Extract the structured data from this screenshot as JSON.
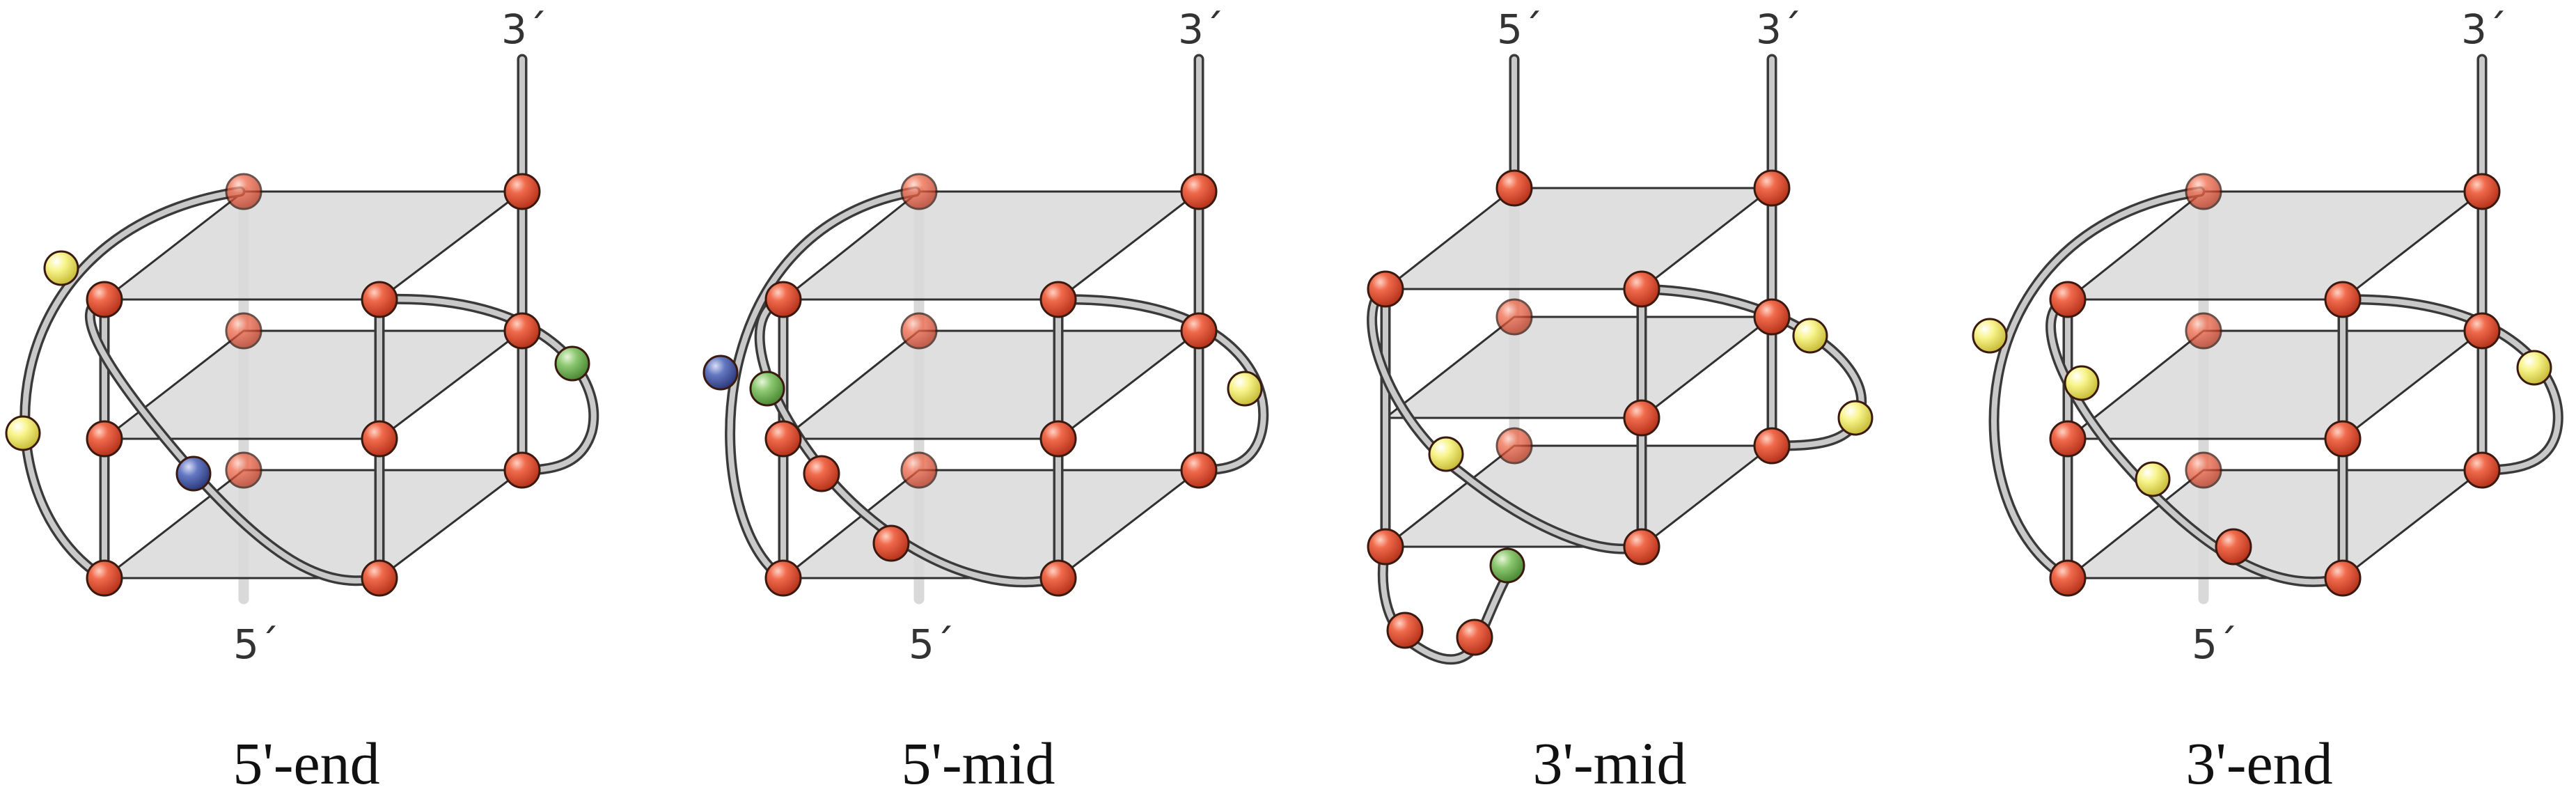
{
  "colors": {
    "guanine": "#e8553a",
    "yellow": "#f5f07a",
    "green": "#86c26a",
    "blue": "#5a6fb8",
    "plane": "#d9d9d9",
    "backbone": "#c9c9c9"
  },
  "panels": [
    {
      "id": "5-end",
      "caption": "5'-end",
      "label_top_right": "3´",
      "label_top_left": "",
      "label_bottom": "5´"
    },
    {
      "id": "5-mid",
      "caption": "5'-mid",
      "label_top_right": "3´",
      "label_top_left": "",
      "label_bottom": "5´"
    },
    {
      "id": "3-mid",
      "caption": "3'-mid",
      "label_top_right": "3´",
      "label_top_left": "5´",
      "label_bottom": ""
    },
    {
      "id": "3-end",
      "caption": "3'-end",
      "label_top_right": "3´",
      "label_top_left": "",
      "label_bottom": "5´"
    }
  ]
}
